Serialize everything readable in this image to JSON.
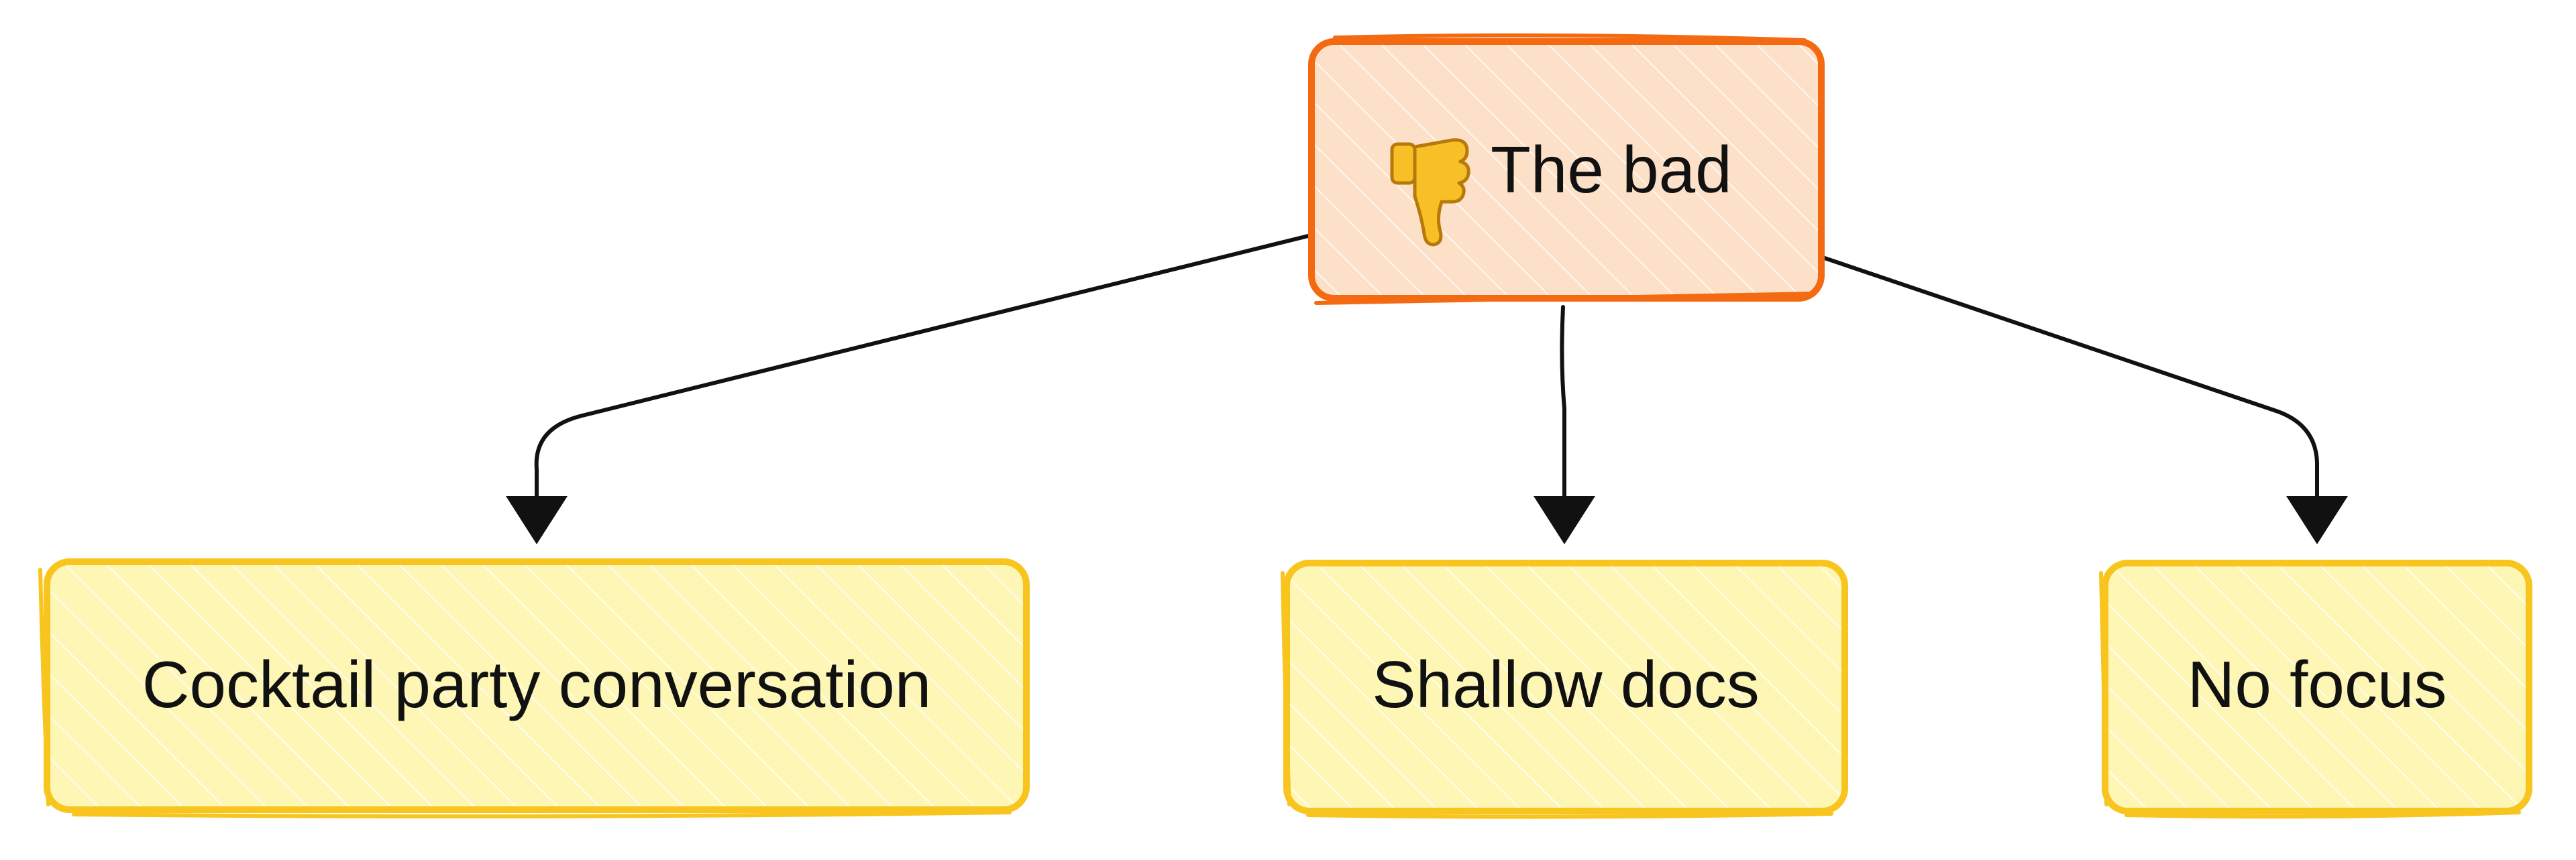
{
  "root": {
    "emoji": "👎",
    "label": "The bad",
    "stroke": "#f46a12",
    "fill": "#fde0c8"
  },
  "children": [
    {
      "label": "Cocktail party conversation"
    },
    {
      "label": "Shallow docs"
    },
    {
      "label": "No focus"
    }
  ],
  "colors": {
    "child_stroke": "#f7c51e",
    "child_fill": "#fdf6b4",
    "edge": "#111111",
    "thumb_fill": "#f7c026",
    "thumb_stroke": "#b7790a"
  }
}
